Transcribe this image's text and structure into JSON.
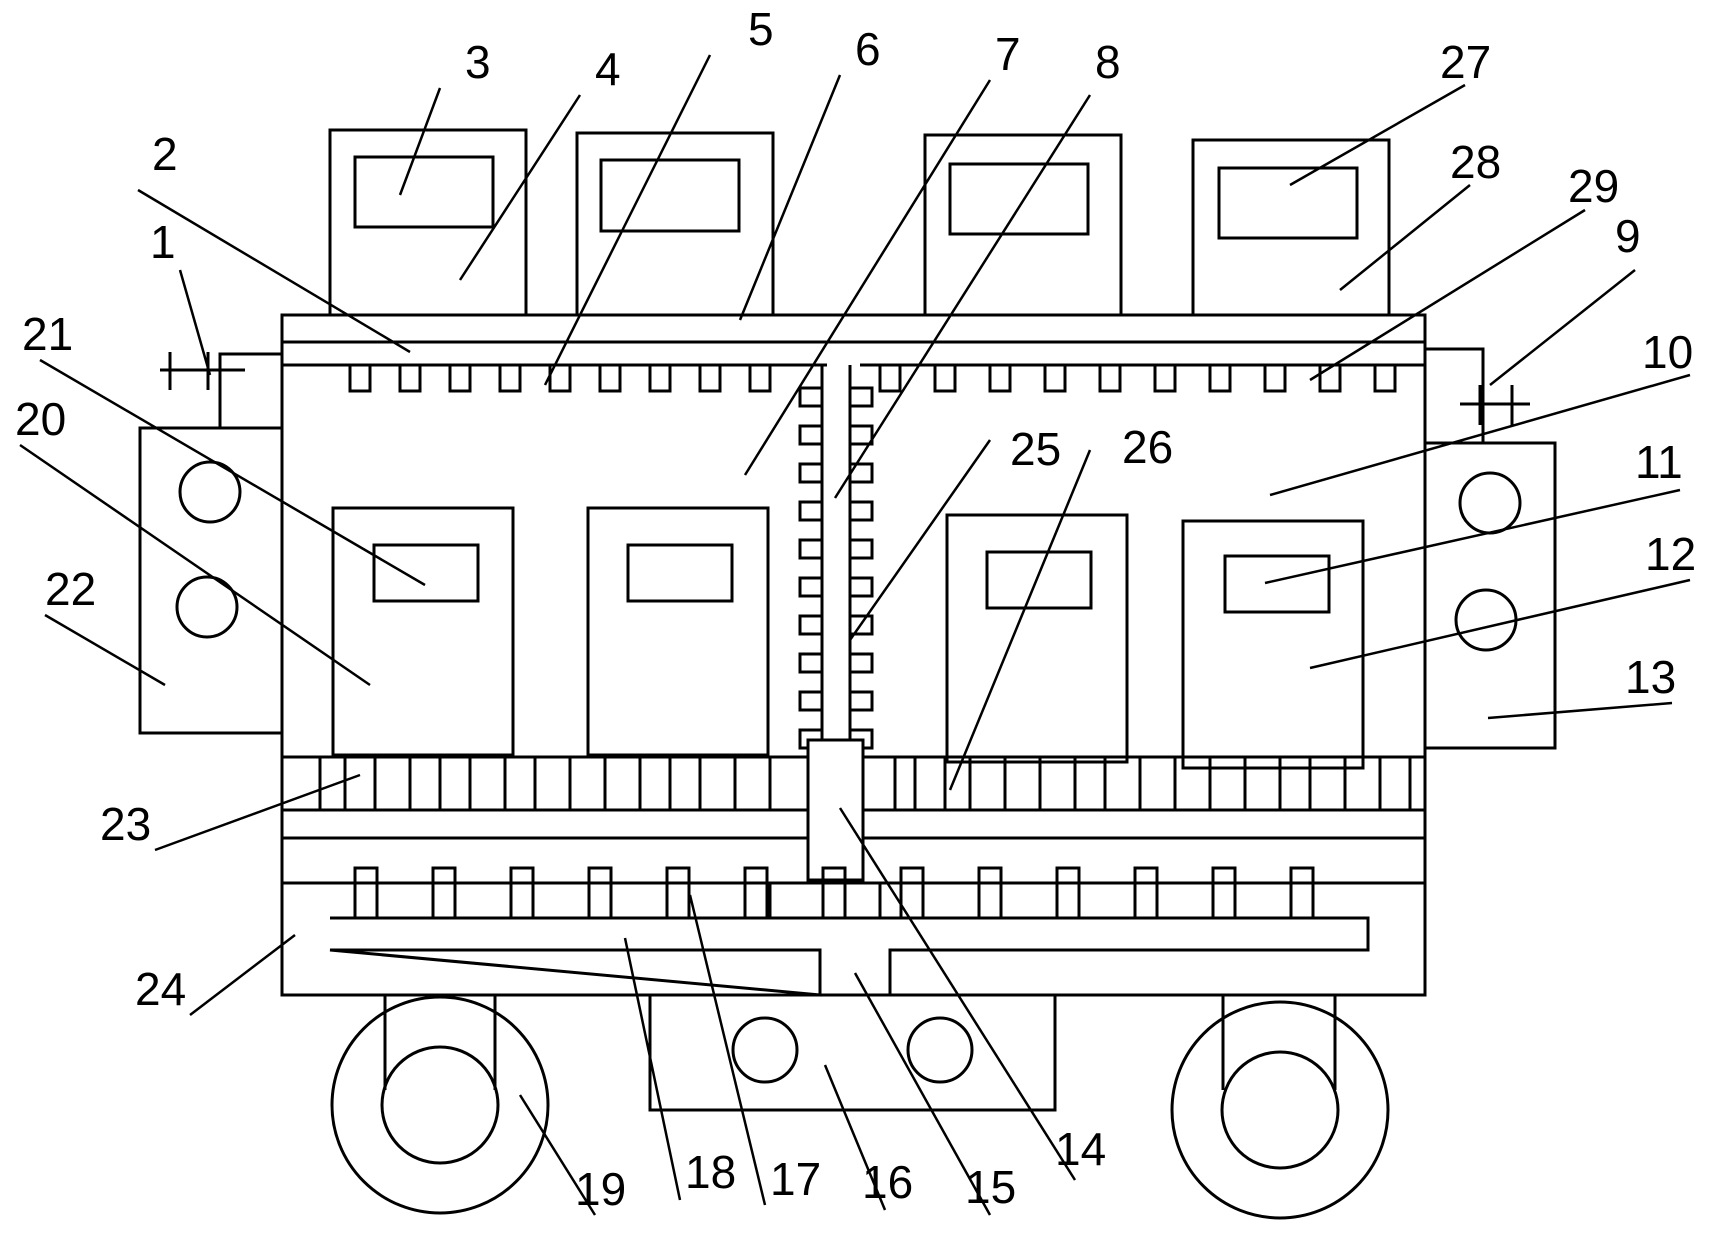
{
  "diagram": {
    "labels": [
      {
        "id": "1",
        "text": "1"
      },
      {
        "id": "2",
        "text": "2"
      },
      {
        "id": "3",
        "text": "3"
      },
      {
        "id": "4",
        "text": "4"
      },
      {
        "id": "5",
        "text": "5"
      },
      {
        "id": "6",
        "text": "6"
      },
      {
        "id": "7",
        "text": "7"
      },
      {
        "id": "8",
        "text": "8"
      },
      {
        "id": "9",
        "text": "9"
      },
      {
        "id": "10",
        "text": "10"
      },
      {
        "id": "11",
        "text": "11"
      },
      {
        "id": "12",
        "text": "12"
      },
      {
        "id": "13",
        "text": "13"
      },
      {
        "id": "14",
        "text": "14"
      },
      {
        "id": "15",
        "text": "15"
      },
      {
        "id": "16",
        "text": "16"
      },
      {
        "id": "17",
        "text": "17"
      },
      {
        "id": "18",
        "text": "18"
      },
      {
        "id": "19",
        "text": "19"
      },
      {
        "id": "20",
        "text": "20"
      },
      {
        "id": "21",
        "text": "21"
      },
      {
        "id": "22",
        "text": "22"
      },
      {
        "id": "23",
        "text": "23"
      },
      {
        "id": "24",
        "text": "24"
      },
      {
        "id": "25",
        "text": "25"
      },
      {
        "id": "26",
        "text": "26"
      },
      {
        "id": "27",
        "text": "27"
      },
      {
        "id": "28",
        "text": "28"
      },
      {
        "id": "29",
        "text": "29"
      }
    ]
  }
}
